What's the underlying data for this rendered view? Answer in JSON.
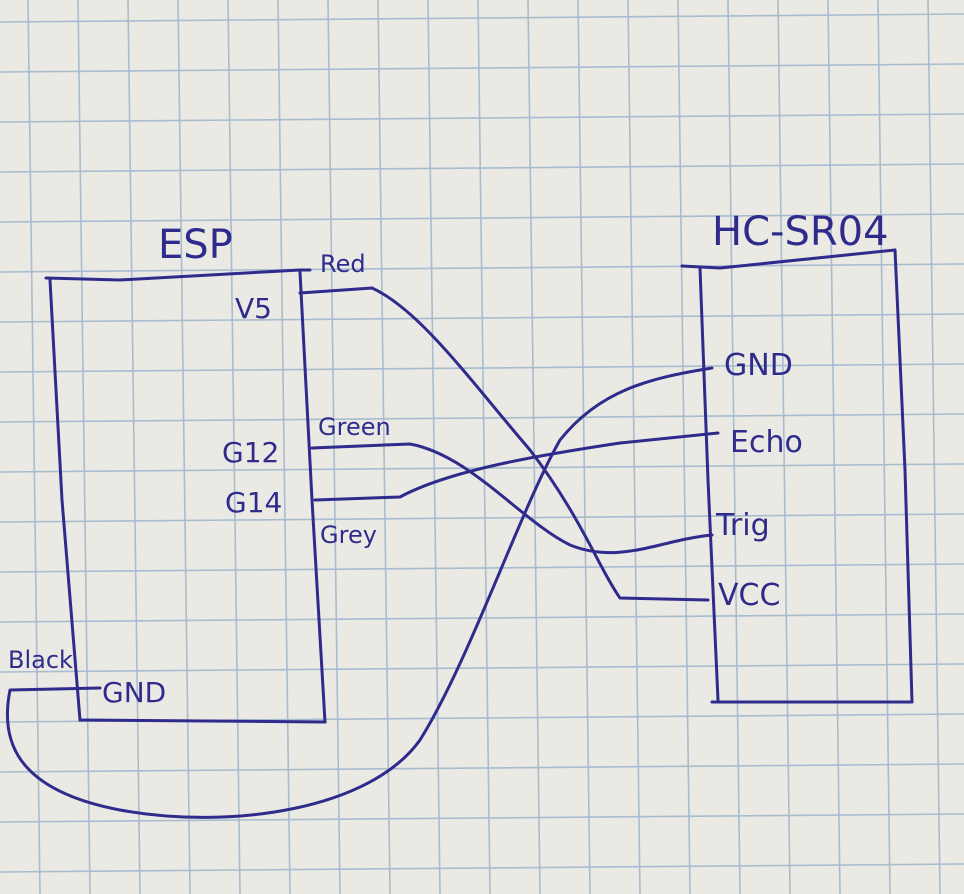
{
  "esp": {
    "title": "ESP",
    "pins": {
      "v5": "V5",
      "g12": "G12",
      "g14": "G14",
      "gnd": "GND"
    }
  },
  "sensor": {
    "title": "HC-SR04",
    "pins": {
      "gnd": "GND",
      "echo": "Echo",
      "trig": "Trig",
      "vcc": "VCC"
    }
  },
  "wires": {
    "red": "Red",
    "green": "Green",
    "grey": "Grey",
    "black": "Black"
  },
  "colors": {
    "ink": "#2f2b8c",
    "paper": "#ebe9e3",
    "grid": "#a7bccf"
  }
}
